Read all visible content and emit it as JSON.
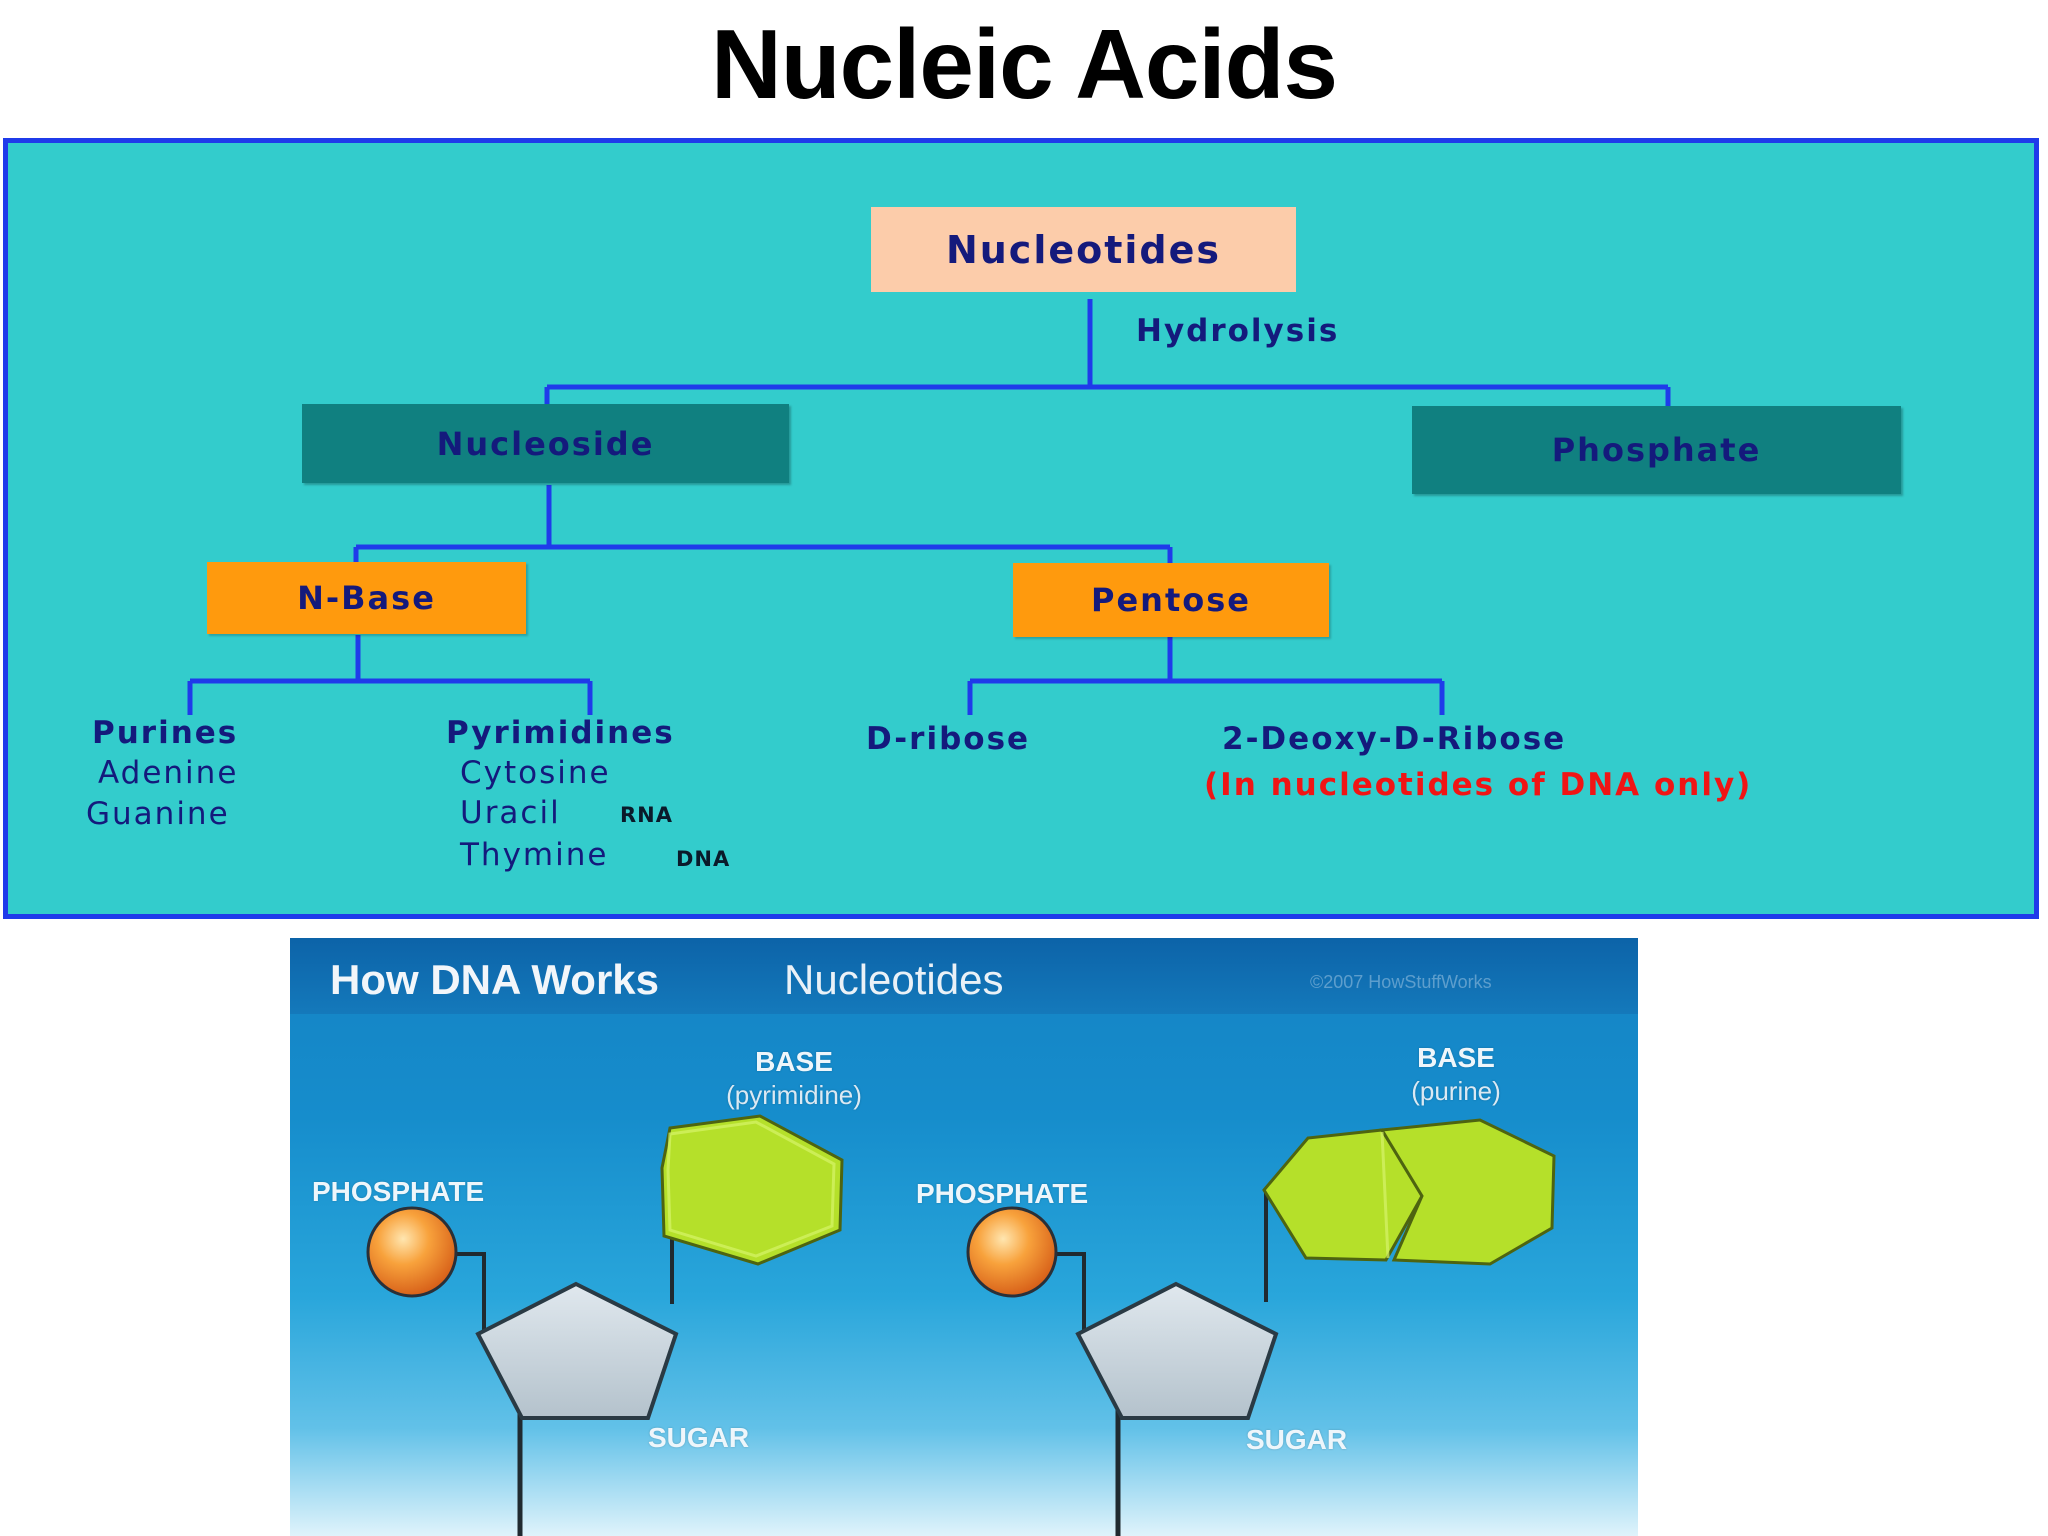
{
  "title": "Nucleic Acids",
  "tree": {
    "root": "Nucleotides",
    "edge_label": "Hydrolysis",
    "nucleoside": "Nucleoside",
    "phosphate": "Phosphate",
    "n_base": "N-Base",
    "pentose": "Pentose",
    "purines": {
      "heading": "Purines",
      "items": [
        "Adenine",
        "Guanine"
      ]
    },
    "pyrimidines": {
      "heading": "Pyrimidines",
      "items": [
        "Cytosine",
        "Uracil",
        "Thymine"
      ],
      "uracil_tag": "RNA",
      "thymine_tag": "DNA"
    },
    "d_ribose": "D-ribose",
    "deoxy_ribose": "2-Deoxy-D-Ribose",
    "deoxy_note": "(In nucleotides of DNA only)"
  },
  "dna_figure": {
    "title": "How DNA Works",
    "subtitle": "Nucleotides",
    "copyright": "©2007 HowStuffWorks",
    "left": {
      "base_label": "BASE",
      "base_type": "(pyrimidine)",
      "phosphate_label": "PHOSPHATE",
      "sugar_label": "SUGAR"
    },
    "right": {
      "base_label": "BASE",
      "base_type": "(purine)",
      "phosphate_label": "PHOSPHATE",
      "sugar_label": "SUGAR"
    }
  },
  "colors": {
    "panel_bg": "#33cccc",
    "panel_border": "#1f3bea",
    "connector": "#1f3bea",
    "text_navy": "#141a7c",
    "note_red": "#f01515",
    "base_green": "#b5e02a",
    "phosphate_orange": "#f5922f",
    "sugar_gray": "#c8d4dc"
  }
}
